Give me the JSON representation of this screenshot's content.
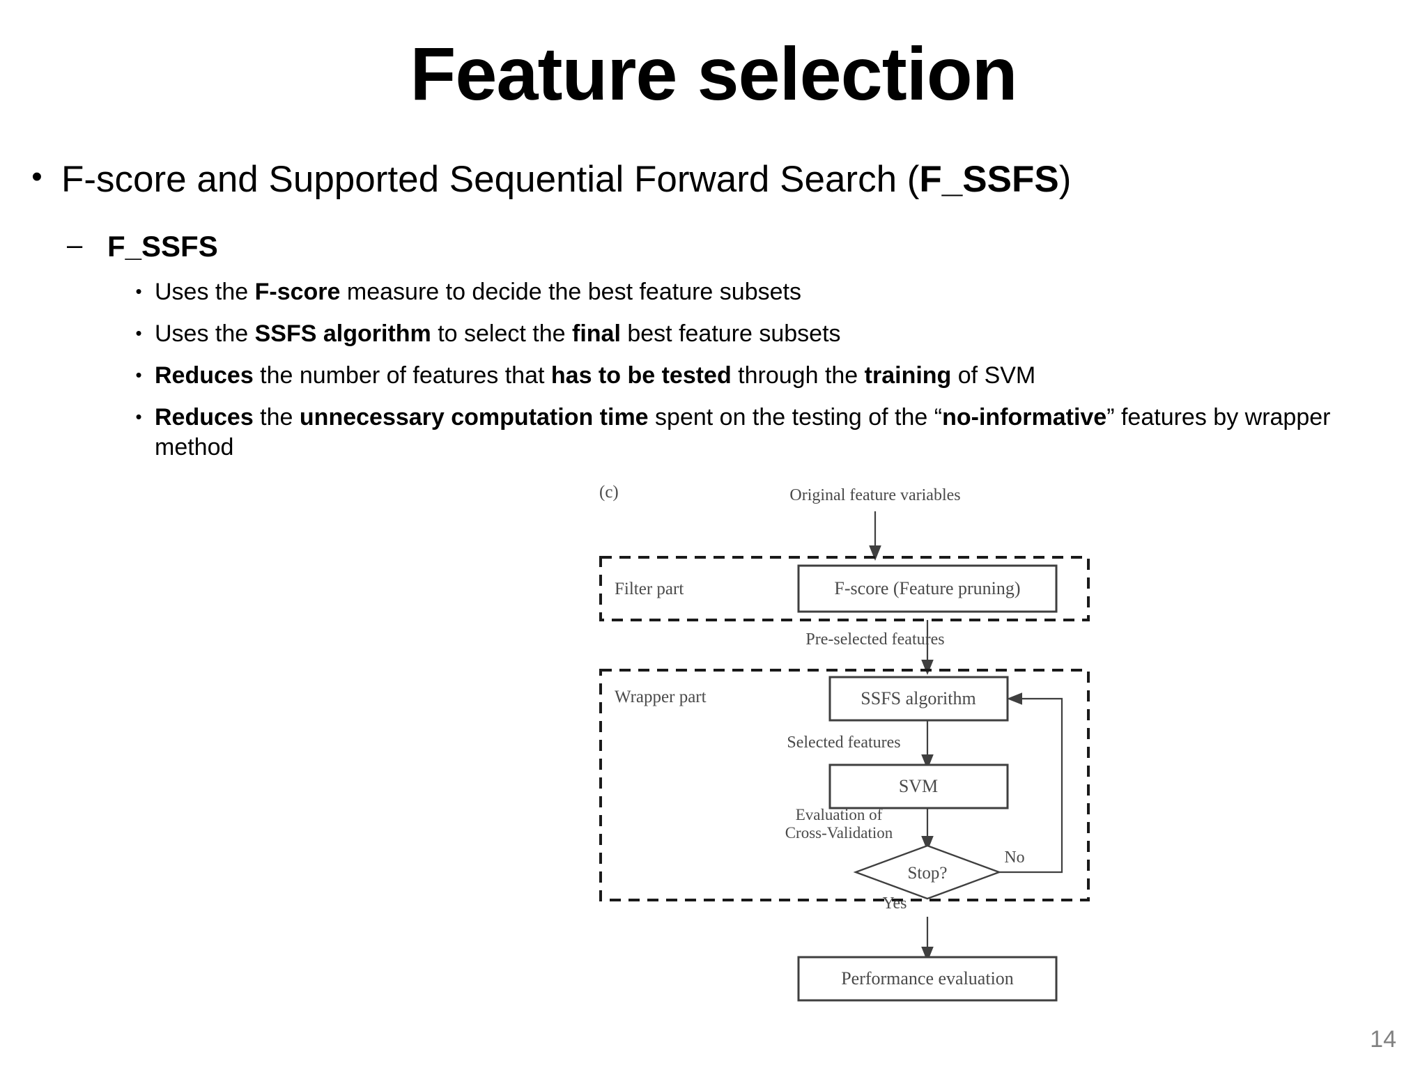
{
  "slide": {
    "title": "Feature selection",
    "page_number": "14"
  },
  "bullets": {
    "level1": {
      "marker": "•",
      "text_prefix": "F-score and Supported Sequential Forward Search (",
      "text_bold": "F_SSFS",
      "text_suffix": ")"
    },
    "level2": {
      "marker": "–",
      "text": "F_SSFS"
    },
    "level3": [
      {
        "marker": "•",
        "parts": [
          {
            "text": "Uses the ",
            "bold": false
          },
          {
            "text": "F-score",
            "bold": true
          },
          {
            "text": " measure to decide the best feature subsets",
            "bold": false
          }
        ]
      },
      {
        "marker": "•",
        "parts": [
          {
            "text": "Uses the ",
            "bold": false
          },
          {
            "text": "SSFS algorithm",
            "bold": true
          },
          {
            "text": " to select the ",
            "bold": false
          },
          {
            "text": "final",
            "bold": true
          },
          {
            "text": " best feature subsets",
            "bold": false
          }
        ]
      },
      {
        "marker": "•",
        "parts": [
          {
            "text": "Reduces",
            "bold": true
          },
          {
            "text": " the number of features that ",
            "bold": false
          },
          {
            "text": "has to be tested",
            "bold": true
          },
          {
            "text": " through the ",
            "bold": false
          },
          {
            "text": "training",
            "bold": true
          },
          {
            "text": " of SVM",
            "bold": false
          }
        ]
      },
      {
        "marker": "•",
        "parts": [
          {
            "text": "Reduces",
            "bold": true
          },
          {
            "text": " the ",
            "bold": false
          },
          {
            "text": "unnecessary computation time",
            "bold": true
          },
          {
            "text": " spent on the testing of the “",
            "bold": false
          },
          {
            "text": "no-informative",
            "bold": true
          },
          {
            "text": "” features by wrapper method",
            "bold": false
          }
        ]
      }
    ]
  },
  "diagram": {
    "figure_label": "(c)",
    "input_label": "Original feature variables",
    "filter_part_label": "Filter part",
    "fscore_box": "F-score (Feature pruning)",
    "preselected_label": "Pre-selected features",
    "wrapper_part_label": "Wrapper part",
    "ssfs_box": "SSFS   algorithm",
    "selected_label": "Selected features",
    "svm_box": "SVM",
    "evaluation_label_line1": "Evaluation of",
    "evaluation_label_line2": "Cross-Validation",
    "decision_label": "Stop?",
    "no_label": "No",
    "yes_label": "Yes",
    "performance_box": "Performance evaluation",
    "colors": {
      "line": "#3f3f3f",
      "text": "#4a4a4a"
    }
  }
}
